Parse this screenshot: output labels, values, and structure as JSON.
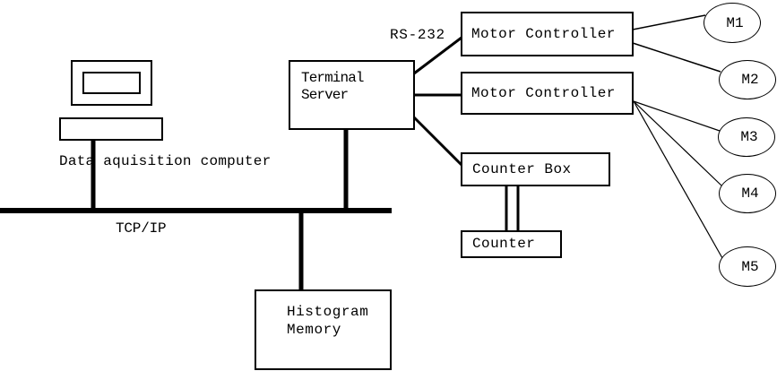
{
  "colors": {
    "line": "#000000",
    "background": "#ffffff"
  },
  "computer": {
    "caption": "Data aquisition computer"
  },
  "network": {
    "bus_label": "TCP/IP"
  },
  "serial_link": {
    "label": "RS-232"
  },
  "nodes": {
    "terminal_server": {
      "line1": "Terminal",
      "line2": "Server"
    },
    "motor_controller_1": {
      "label": "Motor Controller"
    },
    "motor_controller_2": {
      "label": "Motor Controller"
    },
    "counter_box": {
      "label": "Counter Box"
    },
    "counter": {
      "label": "Counter"
    },
    "histogram_memory": {
      "line1": "Histogram",
      "line2": "Memory"
    },
    "motors": [
      {
        "label": "M1"
      },
      {
        "label": "M2"
      },
      {
        "label": "M3"
      },
      {
        "label": "M4"
      },
      {
        "label": "M5"
      }
    ]
  }
}
